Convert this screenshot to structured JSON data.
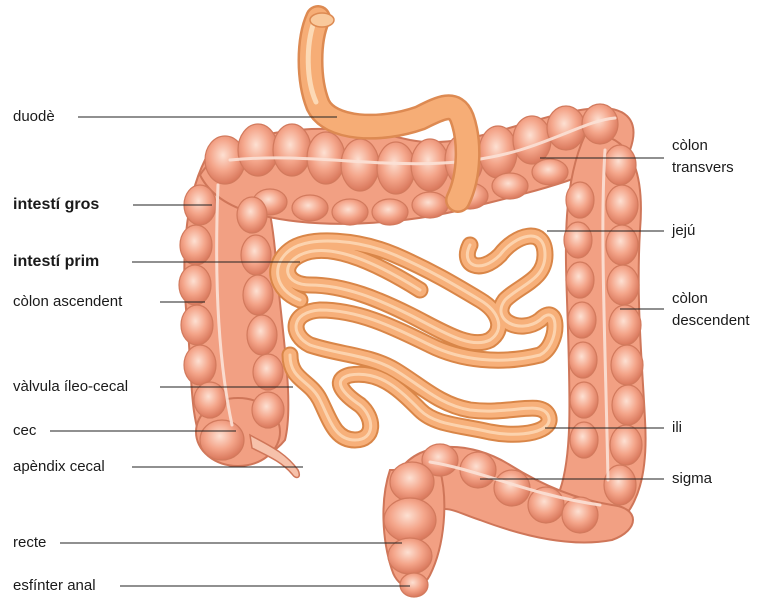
{
  "labels": {
    "duode": "duodè",
    "intesti_gros": "intestí gros",
    "intesti_prim": "intestí prim",
    "colon_ascendent": "còlon ascendent",
    "valvula": "vàlvula íleo-cecal",
    "cec": "cec",
    "apendix": "apèndix cecal",
    "recte": "recte",
    "esfinter": "esfínter anal",
    "colon_transvers_1": "còlon",
    "colon_transvers_2": "transvers",
    "jeju": "jejú",
    "colon_descendent_1": "còlon",
    "colon_descendent_2": "descendent",
    "ili": "ili",
    "sigma": "sigma"
  },
  "colors": {
    "colon_fill": "#f4a58a",
    "colon_dark": "#d97a5e",
    "colon_light": "#fbd3c2",
    "small_int": "#f7b07a",
    "small_int_dark": "#dd8a52",
    "small_int_light": "#fcd9b5"
  }
}
